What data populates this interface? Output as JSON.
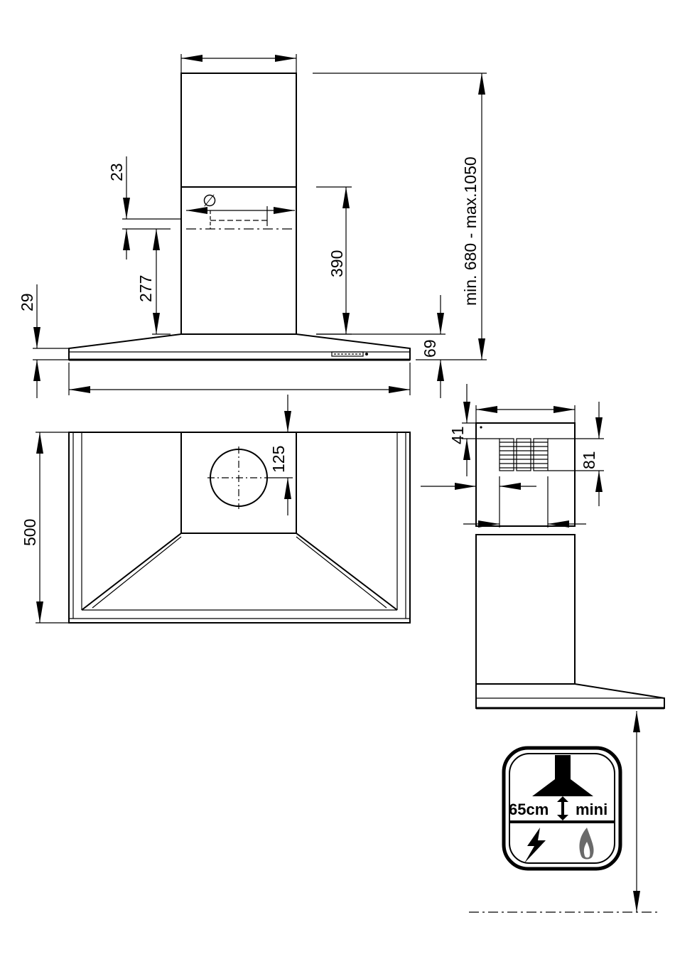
{
  "dimensions": {
    "chimney_offset": "23",
    "outlet_height": "277",
    "chimney_lower": "390",
    "chimney_total": "min. 680 - max.1050",
    "canopy_thickness": "29",
    "canopy_edge": "69",
    "depth": "500",
    "outlet_center": "125",
    "vent_top": "41",
    "vent_height": "81"
  },
  "symbols": {
    "diameter": "∅"
  },
  "badge": {
    "distance": "65cm",
    "label": "mini",
    "electric_icon": "lightning-icon",
    "gas_icon": "flame-icon"
  }
}
